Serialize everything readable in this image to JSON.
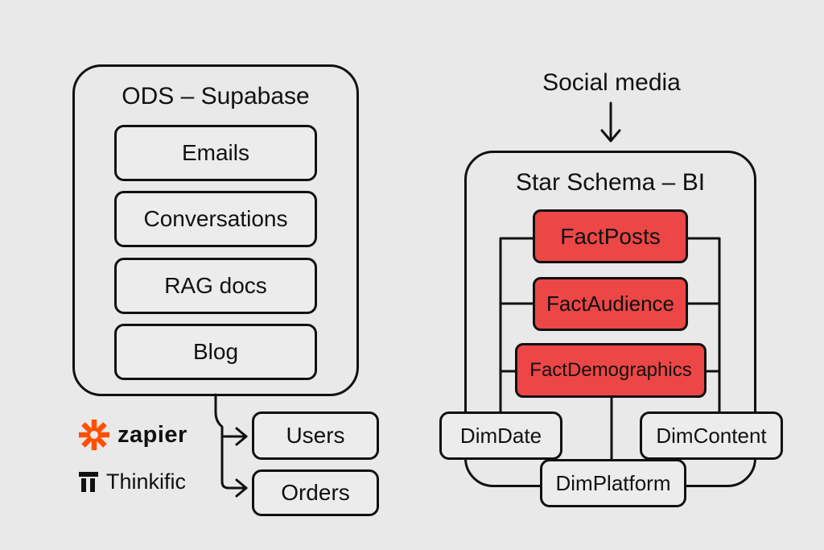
{
  "ods": {
    "title": "ODS – Supabase",
    "items": [
      "Emails",
      "Conversations",
      "RAG docs",
      "Blog"
    ],
    "outputs": [
      "Users",
      "Orders"
    ]
  },
  "logos": {
    "zapier": {
      "name": "zapier",
      "color": "#ff4f00",
      "icon": "asterisk-icon"
    },
    "thinkific": {
      "name": "Thinkific",
      "color": "#111111",
      "icon": "thinkific-icon"
    }
  },
  "social": {
    "label": "Social media",
    "arrow_icon": "arrow-down-icon"
  },
  "star": {
    "title": "Star Schema – BI",
    "facts": [
      "FactPosts",
      "FactAudience",
      "FactDemographics"
    ],
    "dims": {
      "date": "DimDate",
      "content": "DimContent",
      "platform": "DimPlatform"
    },
    "fact_color": "#ec4646"
  }
}
